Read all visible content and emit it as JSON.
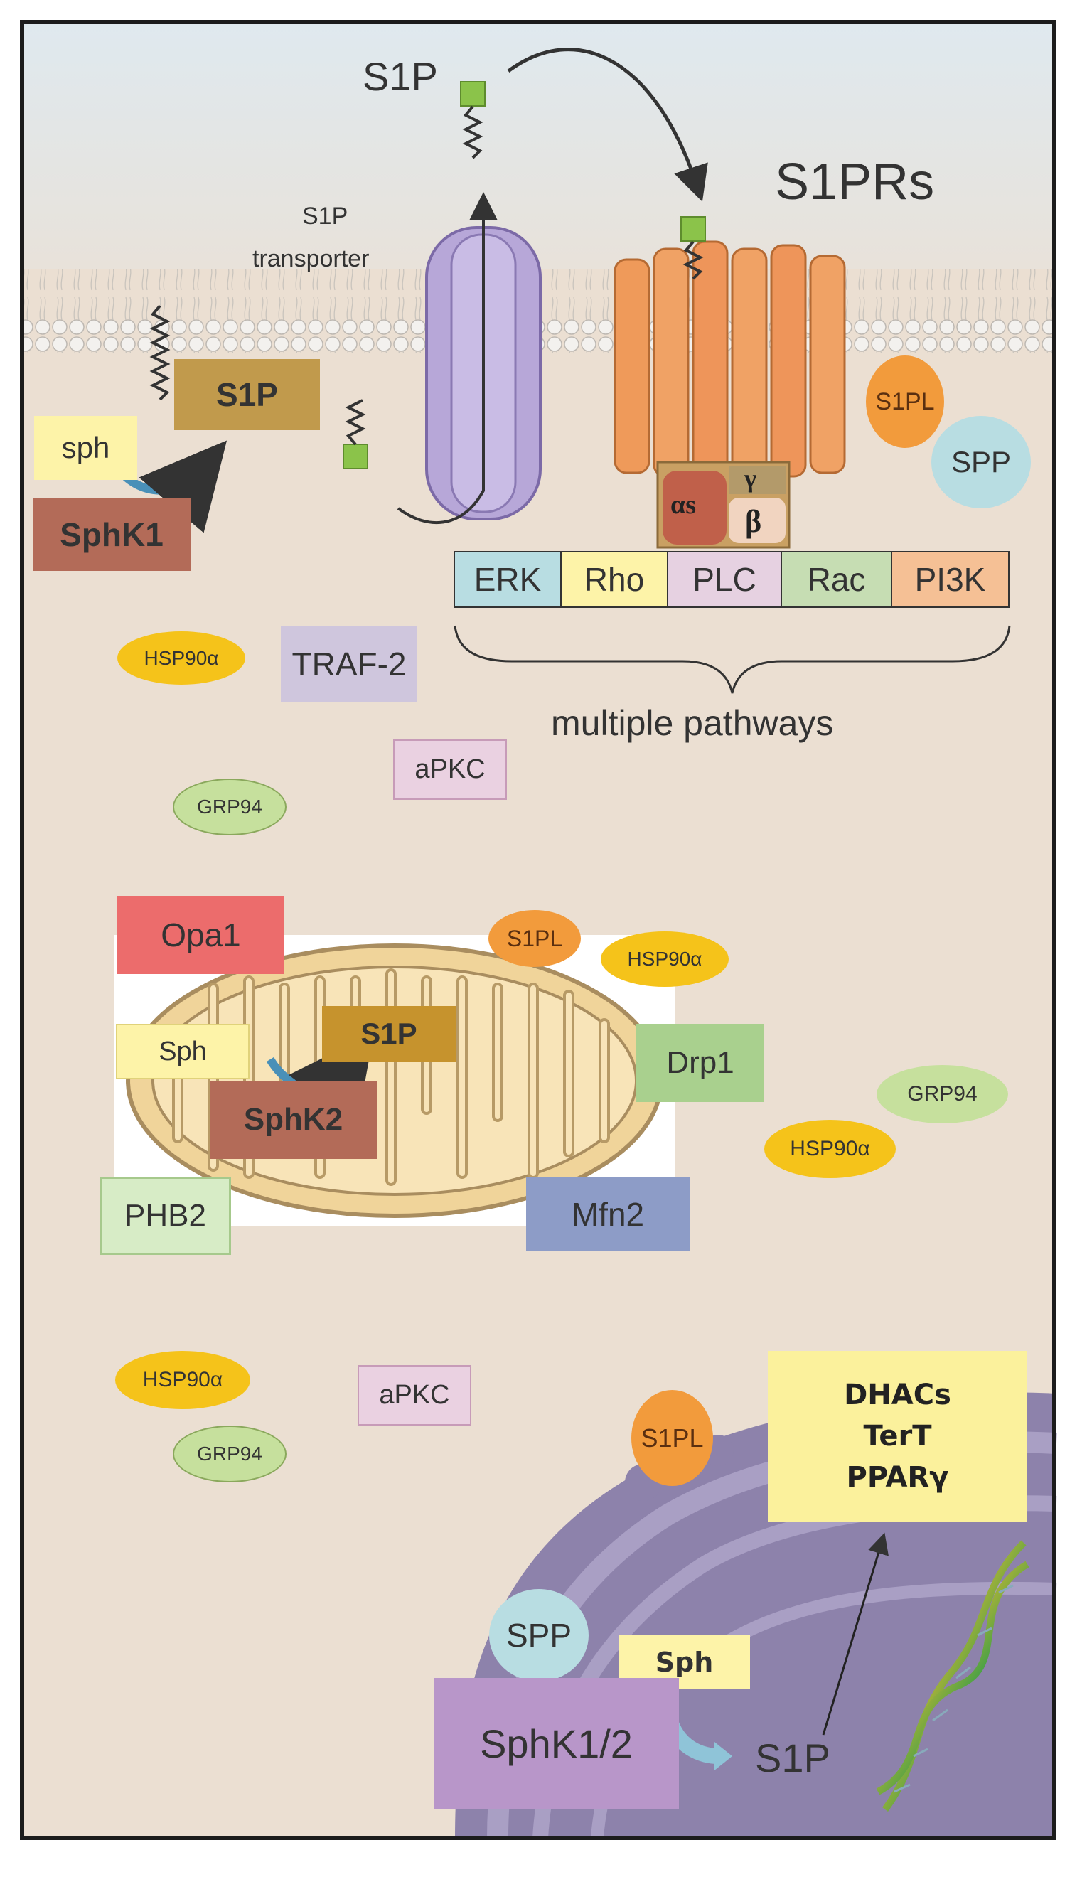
{
  "top": {
    "s1p_ligand": "S1P",
    "transporter_line1": "S1P",
    "transporter_line2": "transporter",
    "s1prs": "S1PRs",
    "membrane_s1p": "S1P",
    "sph": "sph",
    "sphk1": "SphK1",
    "s1pl": "S1PL",
    "spp": "SPP",
    "g_alpha": "αs",
    "g_gamma": "γ",
    "g_beta": "β",
    "pathways": [
      "ERK",
      "Rho",
      "PLC",
      "Rac",
      "PI3K"
    ],
    "multiple_pathways": "multiple pathways"
  },
  "cytosol": {
    "hsp90a_1": "HSP90α",
    "traf2": "TRAF-2",
    "apkc_1": "aPKC",
    "grp94_1": "GRP94",
    "hsp90a_2": "HSP90α",
    "grp94_2": "GRP94",
    "hsp90a_3": "HSP90α",
    "hsp90a_4": "HSP90α",
    "apkc_2": "aPKC",
    "grp94_3": "GRP94"
  },
  "mito": {
    "opa1": "Opa1",
    "s1pl": "S1PL",
    "s1p": "S1P",
    "sph": "Sph",
    "sphk2": "SphK2",
    "drp1": "Drp1",
    "phb2": "PHB2",
    "mfn2": "Mfn2"
  },
  "nucleus": {
    "s1pl": "S1PL",
    "targets": [
      "DHACs",
      "TerT",
      "PPARγ"
    ],
    "spp": "SPP",
    "sph": "Sph",
    "sphk12": "SphK1/2",
    "s1p": "S1P"
  }
}
